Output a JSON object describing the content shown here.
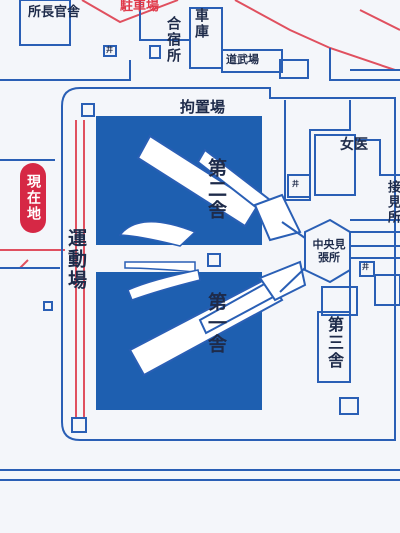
{
  "colors": {
    "building_fill": "#1e5fb0",
    "outline": "#2a5fb5",
    "red_line": "#e0505f",
    "bg": "#f4f6fa"
  },
  "labels": {
    "top_left": "所長官舎",
    "parking": "駐車場",
    "garage": "車庫",
    "dorm": "合宿所",
    "dojo": "道武場",
    "holding_area": "拘置場",
    "women_ward": "女医",
    "building_2": "第二舎",
    "building_1": "第一舎",
    "building_3": "第三舎",
    "center_watch": "中央見張所",
    "sports_ground": "運動場",
    "right_edge": "接見所",
    "current_location": "現在地",
    "well_1": "井",
    "well_2": "井",
    "well_3": "井"
  }
}
